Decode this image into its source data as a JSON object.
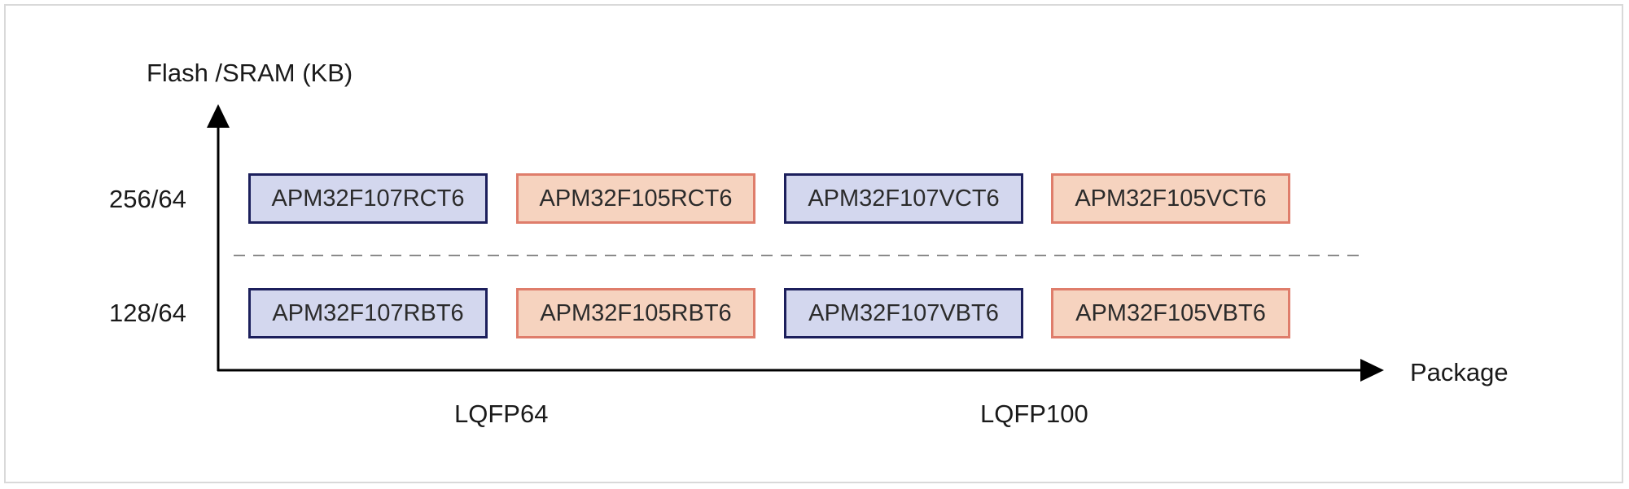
{
  "axes": {
    "y_title": "Flash /SRAM (KB)",
    "x_title": "Package"
  },
  "rows": [
    {
      "label": "256/64"
    },
    {
      "label": "128/64"
    }
  ],
  "packages": [
    "LQFP64",
    "LQFP100"
  ],
  "chips": {
    "row_256": [
      "APM32F107RCT6",
      "APM32F105RCT6",
      "APM32F107VCT6",
      "APM32F105VCT6"
    ],
    "row_128": [
      "APM32F107RBT6",
      "APM32F105RBT6",
      "APM32F107VBT6",
      "APM32F105VBT6"
    ]
  },
  "colors": {
    "f107_fill": "#d3d7ee",
    "f107_border": "#1c1f5c",
    "f105_fill": "#f6d3bf",
    "f105_border": "#df7d6b",
    "axis": "#000000",
    "divider": "#8a8a8a"
  }
}
